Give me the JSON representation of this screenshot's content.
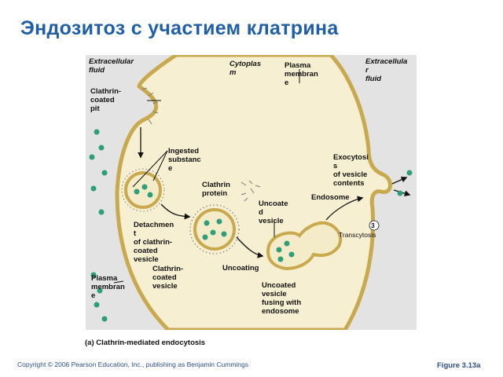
{
  "title": "Эндозитоз с участием клатрина",
  "colors": {
    "cytoplasm": "#f7efd2",
    "membrane": "#c9a94e",
    "extracellular": "#e3e3e3",
    "particle": "#2e9e7a",
    "coat": "#7a7a7a",
    "title": "#1f5fa8"
  },
  "labels": {
    "extracellular_left": "Extracellular\nfluid",
    "cytoplasm": "Cytoplas\nm",
    "plasma_membrane_top": "Plasma\nmembran\ne",
    "extracellular_right": "Extracellula\nr\nfluid",
    "clathrin_coated_pit": "Clathrin-\ncoated\npit",
    "ingested_substance": "Ingested\nsubstanc\ne",
    "clathrin_protein": "Clathrin\nprotein",
    "exocytosis": "Exocytosi\ns\nof vesicle\ncontents",
    "endosome": "Endosome",
    "uncoated_vesicle": "Uncoate\nd\nvesicle",
    "transcytosis_number": "3",
    "transcytosis": "Transcytosis",
    "detachment": "Detachmen\nt\nof clathrin-\ncoated\nvesicle",
    "clathrin_coated_vesicle": "Clathrin-\ncoated\nvesicle",
    "uncoating": "Uncoating",
    "plasma_membrane_bottom": "Plasma\nmembran\ne",
    "uncoated_fusing": "Uncoated\nvesicle\nfusing with\nendosome"
  },
  "caption": "(a) Clathrin-mediated endocytosis",
  "copyright": "Copyright © 2006 Pearson Education, Inc., publishing as Benjamin Cummings",
  "figure_ref": "Figure 3.13a"
}
